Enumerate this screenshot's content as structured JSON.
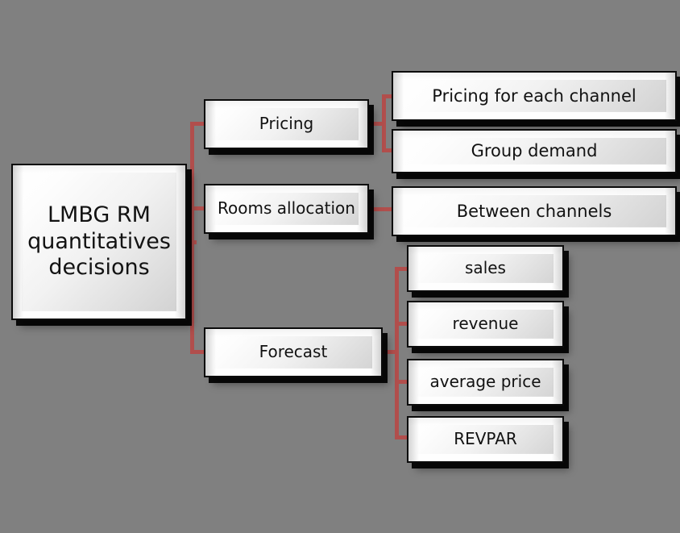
{
  "diagram": {
    "title": "LMBG RM quantitatives decisions",
    "background_color": "#808080",
    "connector_color": "#b14e4c",
    "box_border_color": "#0b0b0b",
    "box_face_color": "#f2f2f2",
    "text_color": "#121212"
  },
  "root": {
    "label": "LMBG RM\nquantitatives\ndecisions"
  },
  "branches": [
    {
      "id": "pricing",
      "label": "Pricing",
      "children": [
        {
          "id": "pricing-each-channel",
          "label": "Pricing for each channel"
        },
        {
          "id": "group-demand",
          "label": "Group demand"
        }
      ]
    },
    {
      "id": "rooms-allocation",
      "label": "Rooms allocation",
      "children": [
        {
          "id": "between-channels",
          "label": "Between channels"
        }
      ]
    },
    {
      "id": "forecast",
      "label": "Forecast",
      "children": [
        {
          "id": "sales",
          "label": "sales"
        },
        {
          "id": "revenue",
          "label": "revenue"
        },
        {
          "id": "average-price",
          "label": "average price"
        },
        {
          "id": "revpar",
          "label": "REVPAR"
        }
      ]
    }
  ]
}
